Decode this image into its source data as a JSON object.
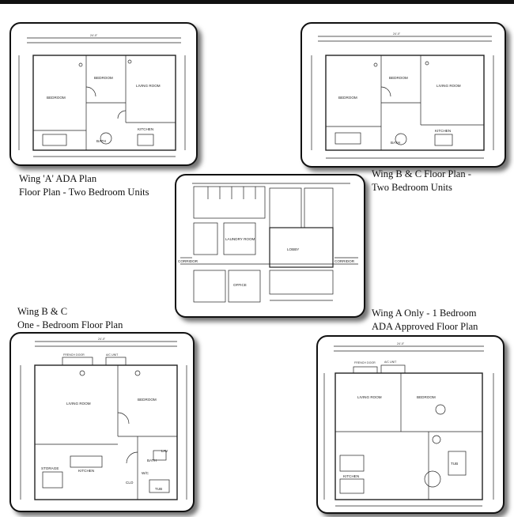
{
  "captions": {
    "wing_a_ada": [
      "Wing 'A' ADA Plan",
      "Floor Plan - Two Bedroom Units"
    ],
    "wing_bc_two": [
      "Wing B & C Floor Plan -",
      "Two Bedroom Units"
    ],
    "wing_bc_one": [
      "Wing B & C",
      "One - Bedroom Floor Plan"
    ],
    "wing_a_one": [
      "Wing A Only - 1 Bedroom",
      "ADA Approved Floor Plan"
    ]
  },
  "plan_labels": {
    "living_room": "LIVING ROOM",
    "bedroom": "BEDROOM",
    "kitchen": "KITCHEN",
    "storage": "STORAGE",
    "bath": "BATH",
    "lav": "LAV",
    "tub": "TUB",
    "wc": "W/C",
    "clo": "CLO",
    "corridor": "CORRIDOR",
    "lobby": "LOBBY",
    "laundry_room": "LAUNDRY ROOM",
    "office": "OFFICE",
    "french_door": "FRENCH DOOR",
    "ac_unit": "A/C UNIT",
    "dim_24": "24'-0\"",
    "dim_32": "32'-0\""
  }
}
